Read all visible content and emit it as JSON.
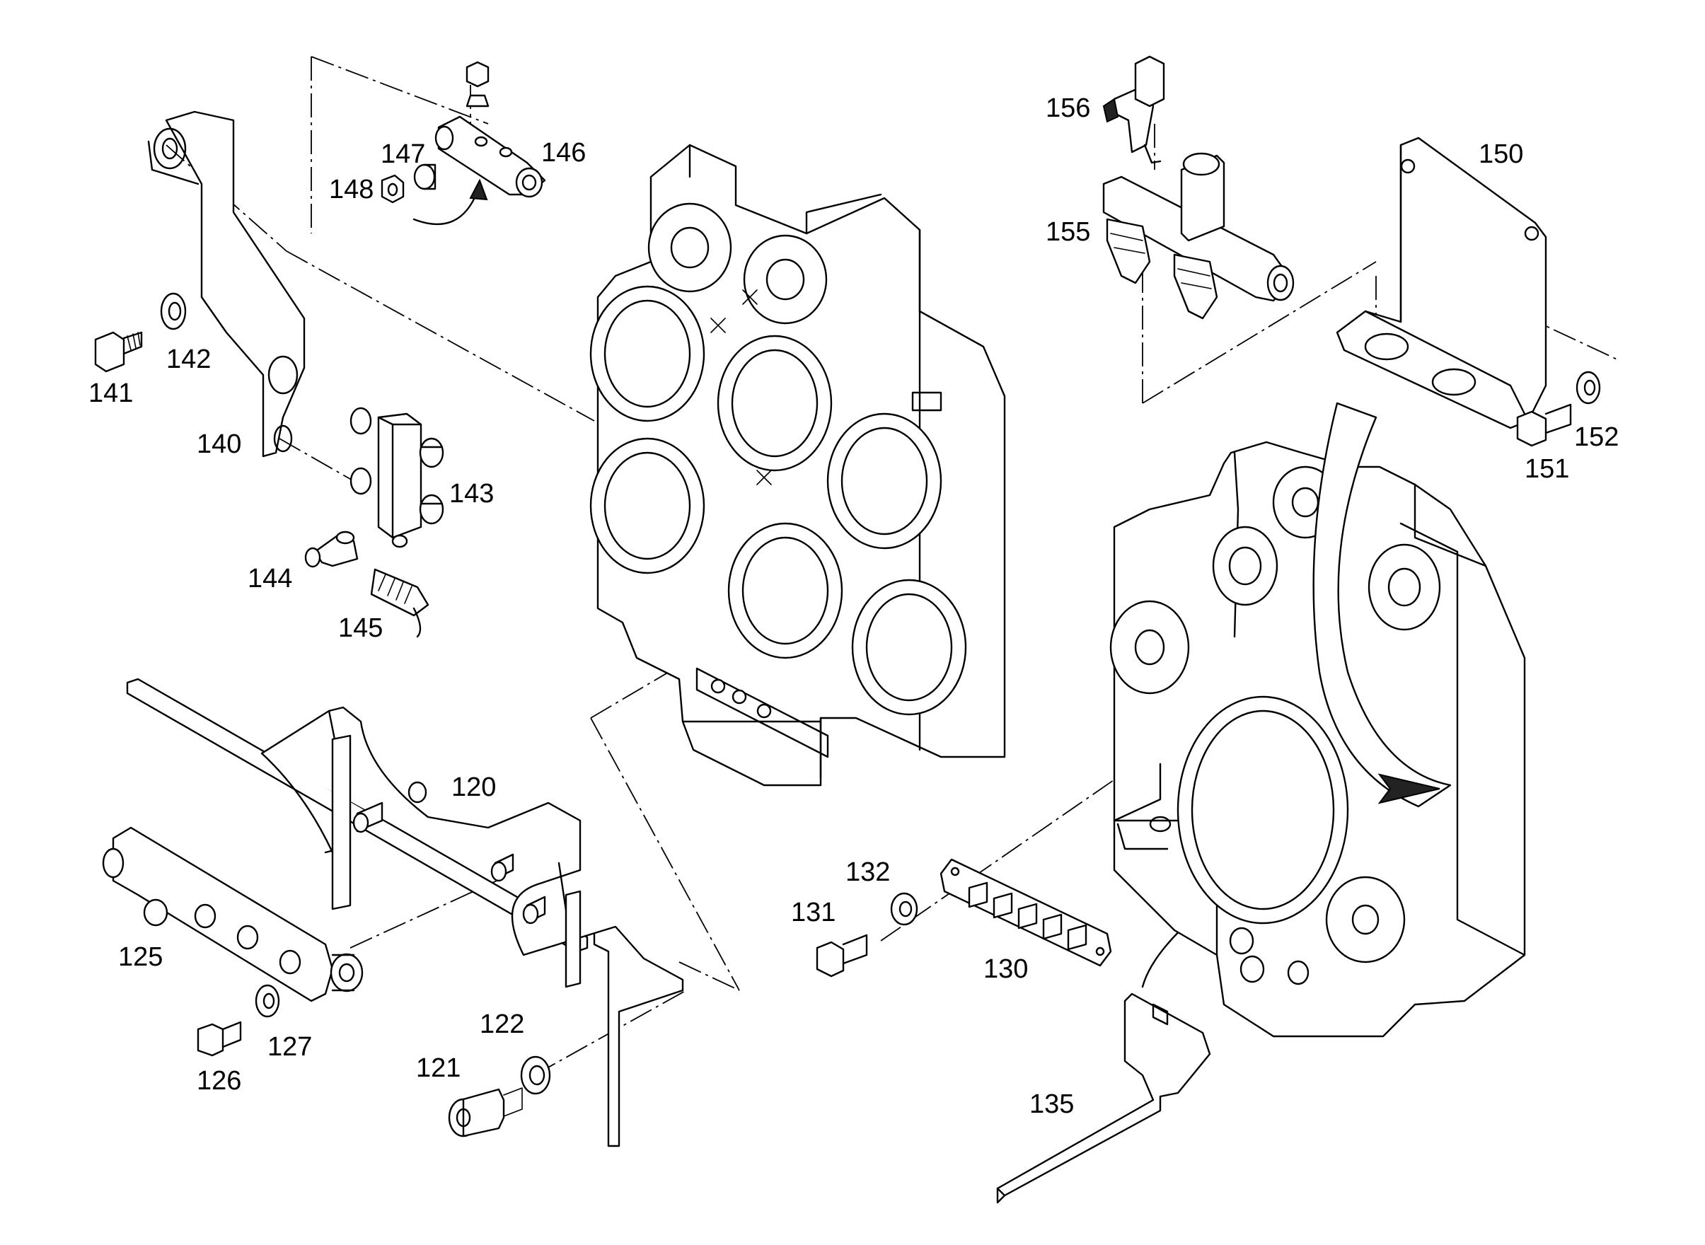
{
  "callouts": [
    {
      "id": "c120",
      "text": "120"
    },
    {
      "id": "c121",
      "text": "121"
    },
    {
      "id": "c122",
      "text": "122"
    },
    {
      "id": "c125",
      "text": "125"
    },
    {
      "id": "c126",
      "text": "126"
    },
    {
      "id": "c127",
      "text": "127"
    },
    {
      "id": "c130",
      "text": "130"
    },
    {
      "id": "c131",
      "text": "131"
    },
    {
      "id": "c132",
      "text": "132"
    },
    {
      "id": "c135",
      "text": "135"
    },
    {
      "id": "c140",
      "text": "140"
    },
    {
      "id": "c141",
      "text": "141"
    },
    {
      "id": "c142",
      "text": "142"
    },
    {
      "id": "c143",
      "text": "143"
    },
    {
      "id": "c144",
      "text": "144"
    },
    {
      "id": "c145",
      "text": "145"
    },
    {
      "id": "c146",
      "text": "146"
    },
    {
      "id": "c147",
      "text": "147"
    },
    {
      "id": "c148",
      "text": "148"
    },
    {
      "id": "c150",
      "text": "150"
    },
    {
      "id": "c151",
      "text": "151"
    },
    {
      "id": "c152",
      "text": "152"
    },
    {
      "id": "c155",
      "text": "155"
    },
    {
      "id": "c156",
      "text": "156"
    }
  ]
}
